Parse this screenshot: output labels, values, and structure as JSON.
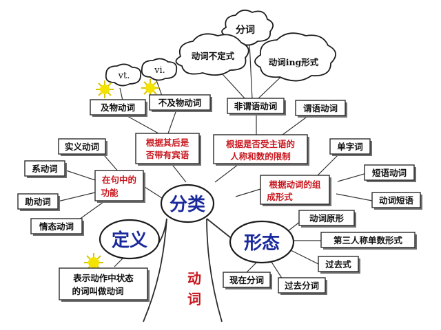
{
  "center": {
    "classify": "分类",
    "definition": "定义",
    "forms": "形态",
    "verb_chars": [
      "动",
      "词"
    ]
  },
  "definition_text": [
    "表示动作中状态",
    "的词叫做动词"
  ],
  "function_group": {
    "criterion": [
      "在句中的",
      "功能"
    ],
    "items": [
      "实义动词",
      "系动词",
      "助动词",
      "情态动词"
    ]
  },
  "object_group": {
    "criterion": [
      "根据其后是",
      "否带有宾语"
    ],
    "items": [
      "及物动词",
      "不及物动词"
    ],
    "abbreviations": [
      "vt.",
      "vi."
    ]
  },
  "subject_group": {
    "criterion": [
      "根据是否受主语的",
      "人称和数的限制"
    ],
    "items": [
      "非谓语动词",
      "谓语动词"
    ],
    "non_finite_forms": [
      "分词",
      "动词不定式",
      "动词ing形式"
    ]
  },
  "composition_group": {
    "criterion": [
      "根据动词的组",
      "成形式"
    ],
    "items": [
      "单字词",
      "短语动词",
      "动词短语"
    ]
  },
  "forms_items": [
    "动词原形",
    "第三人称单数形式",
    "过去式",
    "现在分词",
    "过去分词"
  ],
  "colors": {
    "red": "#c8161d",
    "blue": "#1a2a9c",
    "sun": "#f4e300"
  },
  "icons": [
    "sun-icon",
    "cloud-icon"
  ]
}
